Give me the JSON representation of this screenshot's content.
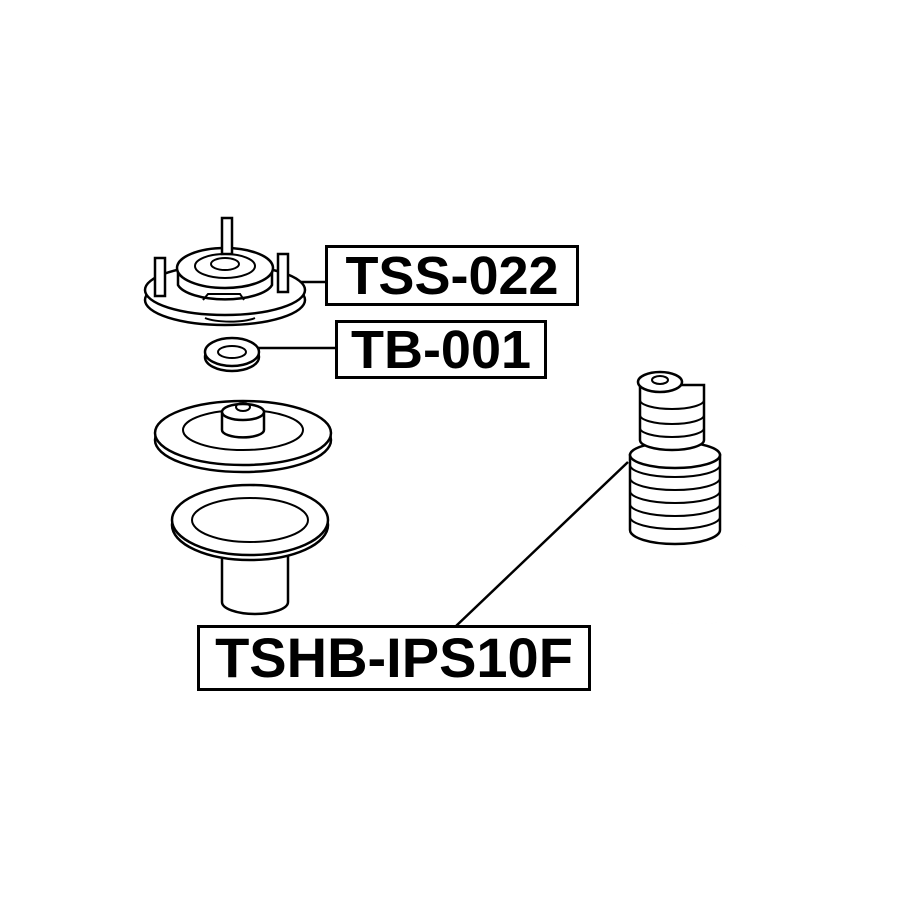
{
  "labels": {
    "top_mount": "TSS-022",
    "bearing": "TB-001",
    "boot": "TSHB-IPS10F"
  }
}
